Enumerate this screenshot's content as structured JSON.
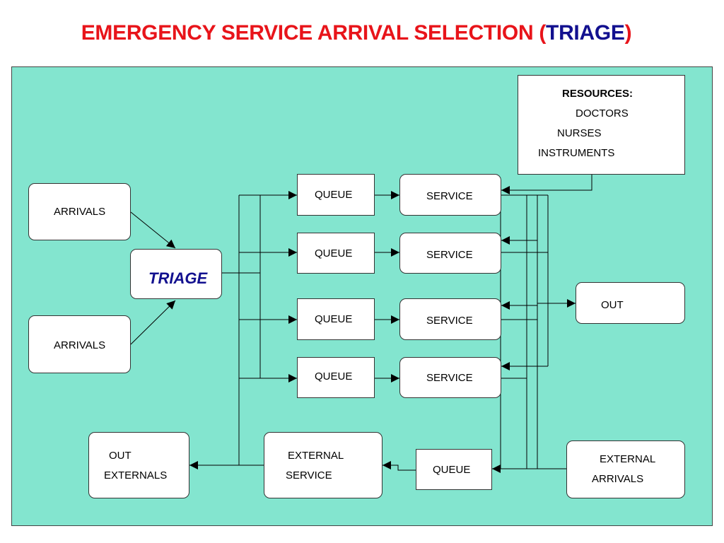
{
  "title": {
    "main": "EMERGENCY SERVICE ARRIVAL SELECTION (",
    "emphasis": "TRIAGE",
    "close": ")"
  },
  "colors": {
    "title": "#e8141a",
    "emphasis": "#12108f",
    "panel": "#83e5cf",
    "box": "#ffffff",
    "line": "#000000"
  },
  "resources": {
    "heading": "RESOURCES:",
    "items": [
      "DOCTORS",
      "NURSES",
      "INSTRUMENTS"
    ]
  },
  "arrivals": [
    "ARRIVALS",
    "ARRIVALS"
  ],
  "triage": "TRIAGE",
  "queues": [
    "QUEUE",
    "QUEUE",
    "QUEUE",
    "QUEUE"
  ],
  "services": [
    "SERVICE",
    "SERVICE",
    "SERVICE",
    "SERVICE"
  ],
  "out": "OUT",
  "out_externals": [
    "OUT",
    "EXTERNALS"
  ],
  "external_service": [
    "EXTERNAL",
    "SERVICE"
  ],
  "external_queue": "QUEUE",
  "external_arrivals": [
    "EXTERNAL",
    "ARRIVALS"
  ]
}
